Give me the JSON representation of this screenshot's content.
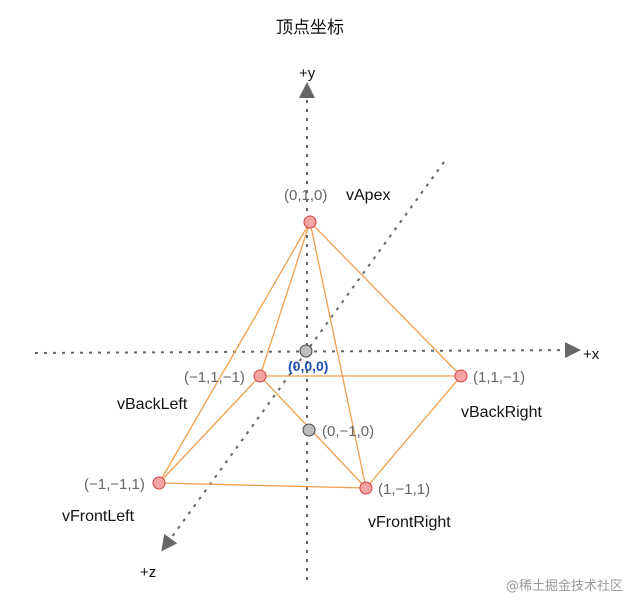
{
  "title": "顶点坐标",
  "axes": {
    "y_label": "+y",
    "x_label": "+x",
    "z_label": "+z"
  },
  "vertices": {
    "apex": {
      "name": "vApex",
      "coord": "(0,1,0)"
    },
    "back_left": {
      "name": "vBackLeft",
      "coord": "(−1,1,−1)"
    },
    "back_right": {
      "name": "vBackRight",
      "coord": "(1,1,−1)"
    },
    "front_left": {
      "name": "vFrontLeft",
      "coord": "(−1,−1,1)"
    },
    "front_right": {
      "name": "vFrontRight",
      "coord": "(1,−1,1)"
    }
  },
  "points": {
    "origin": {
      "coord": "(0,0,0)"
    },
    "lower": {
      "coord": "(0,−1,0)"
    }
  },
  "watermark": "@稀土掘金技术社区",
  "colors": {
    "edge": "#f0a050",
    "vertex_fill": "#f5a3a3",
    "point_fill": "#bdbdbd",
    "origin_label": "#1f4fb0"
  }
}
